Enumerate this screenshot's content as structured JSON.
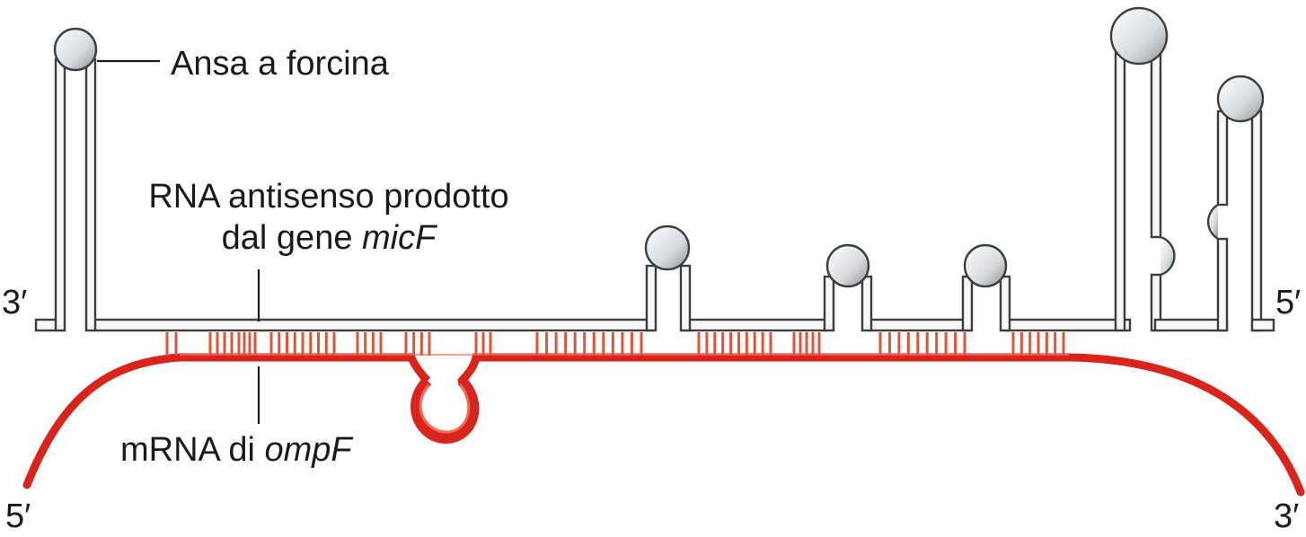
{
  "labels": {
    "hairpin": "Ansa a forcina",
    "antisense_line1": "RNA antisenso prodotto",
    "antisense_line2_pre": "dal gene ",
    "antisense_line2_gene": "micF",
    "mrna_pre": "mRNA di ",
    "mrna_gene": "ompF"
  },
  "ends": {
    "micf_left": "3′",
    "micf_right": "5′",
    "ompf_left": "5′",
    "ompf_right": "3′"
  },
  "colors": {
    "antisense_rna": "#9aa0a6",
    "mrna": "#d8241b",
    "base_pairs": "#e0553a",
    "text": "#1a1a1a"
  }
}
